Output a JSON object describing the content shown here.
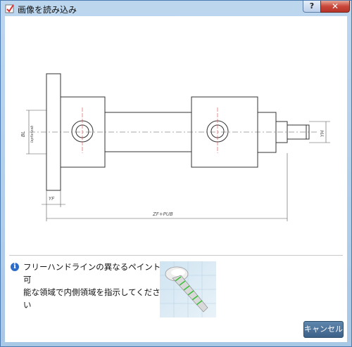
{
  "window": {
    "title": "画像を読み込み",
    "help_label": "?",
    "close_label": "✕"
  },
  "drawing": {
    "dim_left_main": "BL",
    "dim_left_sub": "lapfanzab",
    "dim_bottom_small": "YF",
    "dim_right": "YH",
    "dim_bottom_total": "ZF+PUB"
  },
  "info": {
    "line1": "フリーハンドラインの異なるペイント可",
    "line2": "能な領域で内側領域を指示してください"
  },
  "buttons": {
    "cancel": "キャンセル"
  }
}
